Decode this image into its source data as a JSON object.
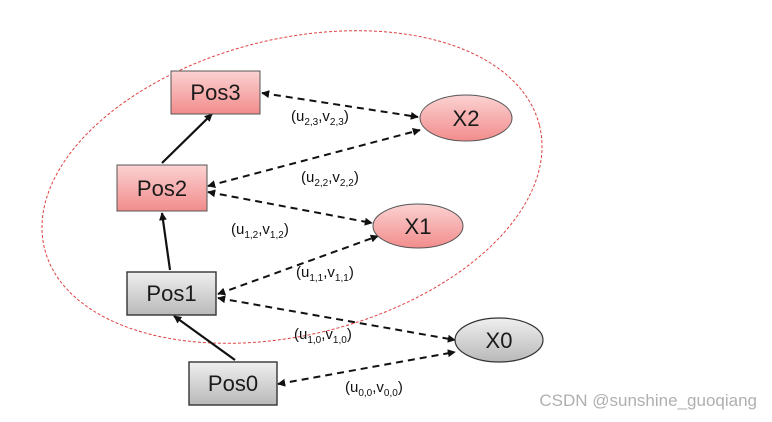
{
  "nodes": {
    "pos3": {
      "label": "Pos3",
      "color": "#f4a5a5"
    },
    "pos2": {
      "label": "Pos2",
      "color": "#f4a5a5"
    },
    "pos1": {
      "label": "Pos1",
      "color": "#c8c8c8"
    },
    "pos0": {
      "label": "Pos0",
      "color": "#c8c8c8"
    },
    "x2": {
      "label": "X2",
      "color": "#f4a5a5"
    },
    "x1": {
      "label": "X1",
      "color": "#f4a5a5"
    },
    "x0": {
      "label": "X0",
      "color": "#c8c8c8"
    }
  },
  "edge_labels": {
    "u23": {
      "u": "(u",
      "sub1": "2,3",
      "v": ",v",
      "sub2": "2,3",
      "close": ")"
    },
    "u22": {
      "u": "(u",
      "sub1": "2,2",
      "v": ",v",
      "sub2": "2,2",
      "close": ")"
    },
    "u12": {
      "u": "(u",
      "sub1": "1,2",
      "v": ",v",
      "sub2": "1,2",
      "close": ")"
    },
    "u11": {
      "u": "(u",
      "sub1": "1,1",
      "v": ",v",
      "sub2": "1,1",
      "close": ")"
    },
    "u10": {
      "u": "(u",
      "sub1": "1,0",
      "v": ",v",
      "sub2": "1,0",
      "close": ")"
    },
    "u00": {
      "u": "(u",
      "sub1": "0,0",
      "v": ",v",
      "sub2": "0,0",
      "close": ")"
    }
  },
  "watermark": "CSDN @sunshine_guoqiang",
  "colors": {
    "window_ellipse": "#e04040",
    "edge": "#111111"
  }
}
